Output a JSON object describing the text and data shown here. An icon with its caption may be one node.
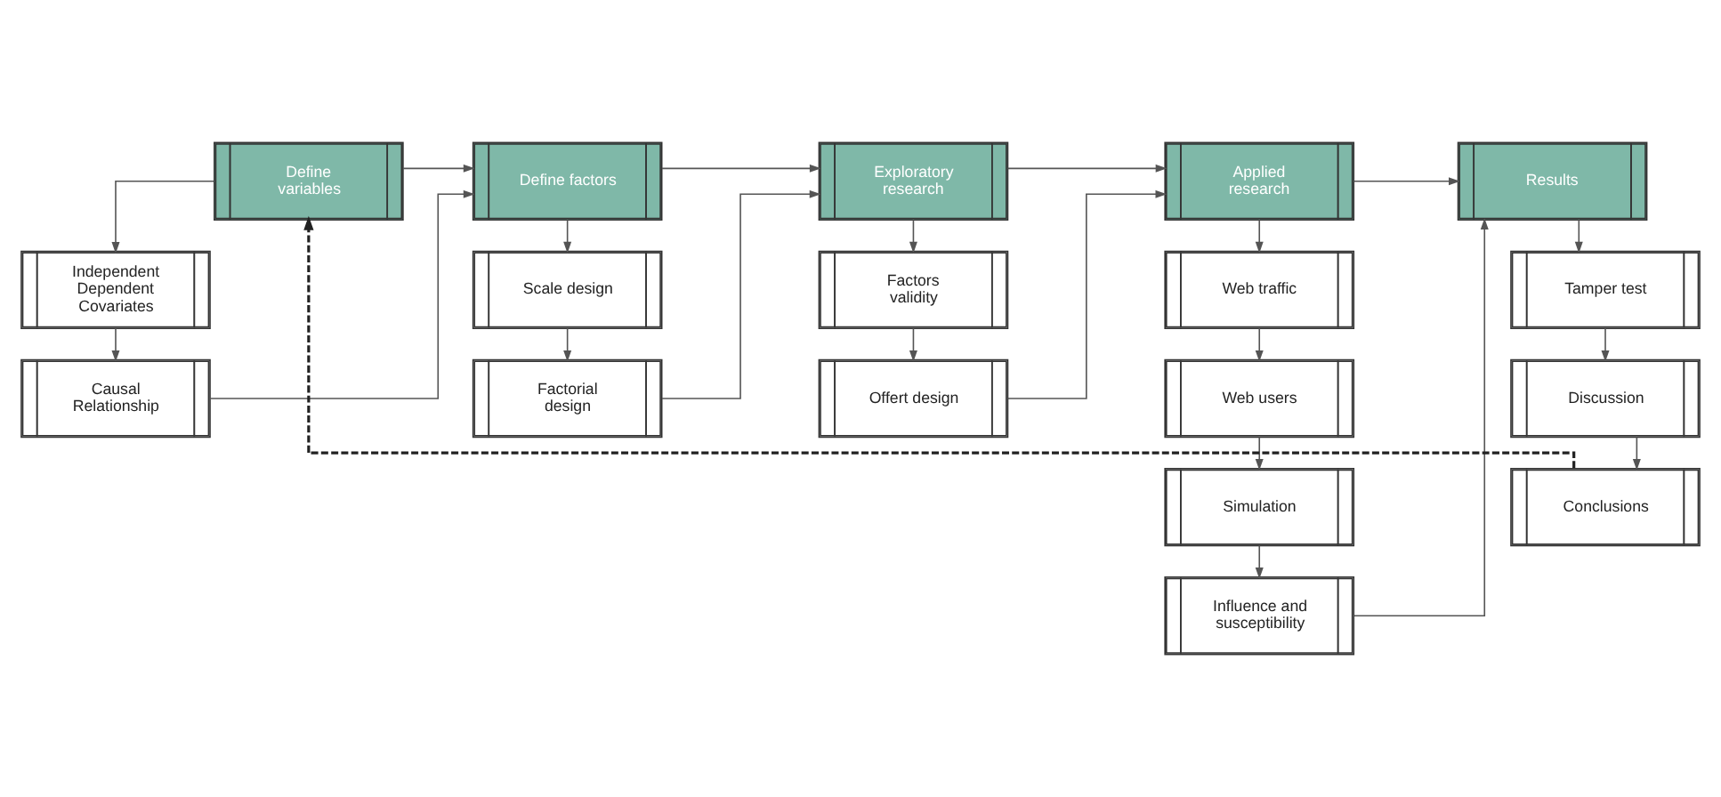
{
  "diagram": {
    "nodes": [
      {
        "text": [
          "Define variables"
        ]
      },
      {
        "text": [
          "Independent Dependent Covariates"
        ]
      },
      {
        "text": [
          "Causal Relationship"
        ]
      },
      {
        "text": [
          "Define factors"
        ]
      },
      {
        "text": [
          "Scale design"
        ]
      },
      {
        "text": [
          "Factorial design"
        ]
      },
      {
        "text": [
          "Exploratory research"
        ]
      },
      {
        "text": [
          "Factors validity"
        ]
      },
      {
        "text": [
          "Offert design"
        ]
      },
      {
        "text": [
          "Applied research"
        ]
      },
      {
        "text": [
          "Web traffic"
        ]
      },
      {
        "text": [
          "Web users"
        ]
      },
      {
        "text": [
          "Simulation"
        ]
      },
      {
        "text": [
          "Influence and susceptibility"
        ]
      },
      {
        "text": [
          "Results"
        ]
      },
      {
        "text": [
          "Tamper test"
        ]
      },
      {
        "text": [
          "Discussion"
        ]
      },
      {
        "text": [
          "Conclusions"
        ]
      }
    ],
    "edges": [
      {
        "from": 0,
        "to": 1,
        "arrow": "to"
      },
      {
        "from": 1,
        "to": 2,
        "arrow": "to"
      },
      {
        "from": 0,
        "to": 3,
        "arrow": "to"
      },
      {
        "from": 2,
        "to": 3,
        "arrow": "to"
      },
      {
        "from": 3,
        "to": 4,
        "arrow": "to"
      },
      {
        "from": 4,
        "to": 5,
        "arrow": "to"
      },
      {
        "from": 3,
        "to": 6,
        "arrow": "to"
      },
      {
        "from": 5,
        "to": 6,
        "arrow": "to"
      },
      {
        "from": 6,
        "to": 7,
        "arrow": "to"
      },
      {
        "from": 7,
        "to": 8,
        "arrow": "to"
      },
      {
        "from": 6,
        "to": 9,
        "arrow": "to"
      },
      {
        "from": 8,
        "to": 9,
        "arrow": "to"
      },
      {
        "from": 9,
        "to": 10,
        "arrow": "to"
      },
      {
        "from": 10,
        "to": 11,
        "arrow": "to"
      },
      {
        "from": 11,
        "to": 12,
        "arrow": "to"
      },
      {
        "from": 12,
        "to": 13,
        "arrow": "to"
      },
      {
        "from": 9,
        "to": 14,
        "arrow": "to"
      },
      {
        "from": 13,
        "to": 14,
        "arrow": "to"
      },
      {
        "from": 14,
        "to": 15,
        "arrow": "to"
      },
      {
        "from": 15,
        "to": 16,
        "arrow": "to"
      },
      {
        "from": 16,
        "to": 17,
        "arrow": "to"
      },
      {
        "from": 17,
        "to": 0,
        "arrow": "to",
        "style": "dashed"
      }
    ]
  }
}
